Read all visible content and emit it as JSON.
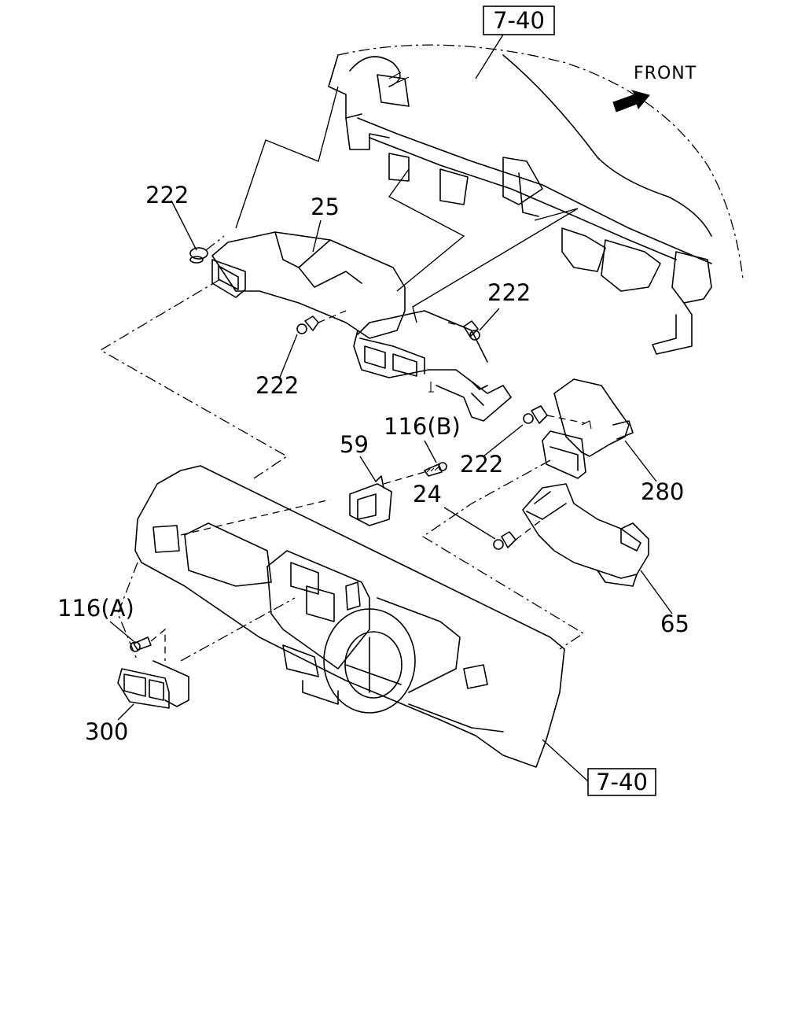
{
  "diagram": {
    "reference_labels": {
      "top": "7-40",
      "bottom": "7-40"
    },
    "direction": {
      "label": "FRONT",
      "icon": "arrow-right-icon"
    },
    "callouts": {
      "c222_upper_left": "222",
      "c25": "25",
      "c222_right": "222",
      "c222_lower": "222",
      "c116b": "116(B)",
      "c59": "59",
      "c222_mid": "222",
      "c24": "24",
      "c280": "280",
      "c65": "65",
      "c116a": "116(A)",
      "c300": "300"
    }
  }
}
